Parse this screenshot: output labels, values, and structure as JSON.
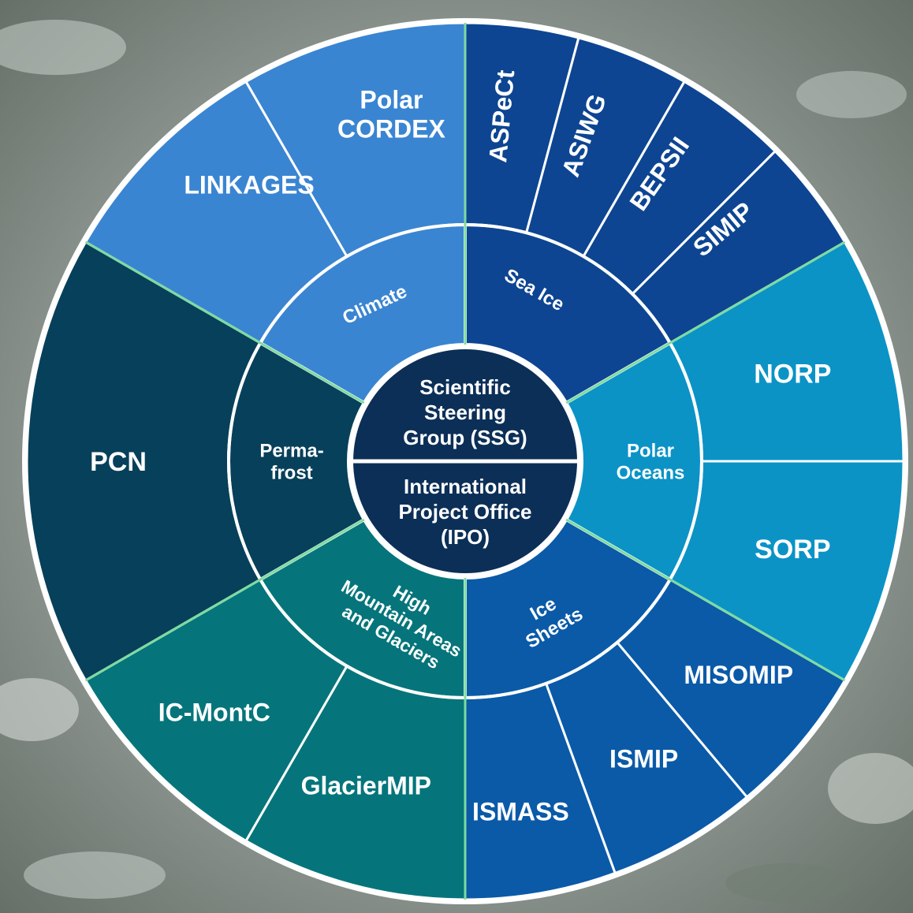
{
  "center": {
    "top_lines": [
      "Scientific",
      "Steering",
      "Group (SSG)"
    ],
    "bottom_lines": [
      "International",
      "Project Office",
      "(IPO)"
    ]
  },
  "colors": {
    "background": "#8d9590",
    "ring_border": "#ffffff",
    "divider": "#7ddba0",
    "center_fill": "#0c2f57",
    "climate": "#3a85d2",
    "sea_ice": "#0d4592",
    "polar_oceans": "#0b93c6",
    "ice_sheets": "#0a5aa8",
    "high_mountain": "#05757b",
    "permafrost": "#07405a"
  },
  "themes": [
    {
      "id": "climate",
      "label_lines": [
        "Climate"
      ],
      "activities": [
        {
          "label_lines": [
            "LINKAGES"
          ]
        },
        {
          "label_lines": [
            "Polar",
            "CORDEX"
          ]
        }
      ]
    },
    {
      "id": "sea-ice",
      "label_lines": [
        "Sea Ice"
      ],
      "activities": [
        {
          "label_lines": [
            "ASPeCt"
          ]
        },
        {
          "label_lines": [
            "ASIWG"
          ]
        },
        {
          "label_lines": [
            "BEPSII"
          ]
        },
        {
          "label_lines": [
            "SIMIP"
          ]
        }
      ]
    },
    {
      "id": "polar-oceans",
      "label_lines": [
        "Polar",
        "Oceans"
      ],
      "activities": [
        {
          "label_lines": [
            "NORP"
          ]
        },
        {
          "label_lines": [
            "SORP"
          ]
        }
      ]
    },
    {
      "id": "ice-sheets",
      "label_lines": [
        "Ice",
        "Sheets"
      ],
      "activities": [
        {
          "label_lines": [
            "MISOMIP"
          ]
        },
        {
          "label_lines": [
            "ISMIP"
          ]
        },
        {
          "label_lines": [
            "ISMASS"
          ]
        }
      ]
    },
    {
      "id": "high-mountain",
      "label_lines": [
        "High",
        "Mountain Areas",
        "and Glaciers"
      ],
      "activities": [
        {
          "label_lines": [
            "GlacierMIP"
          ]
        },
        {
          "label_lines": [
            "IC-MontC"
          ]
        }
      ]
    },
    {
      "id": "permafrost",
      "label_lines": [
        "Perma-",
        "frost"
      ],
      "activities": [
        {
          "label_lines": [
            "PCN"
          ]
        }
      ]
    }
  ]
}
